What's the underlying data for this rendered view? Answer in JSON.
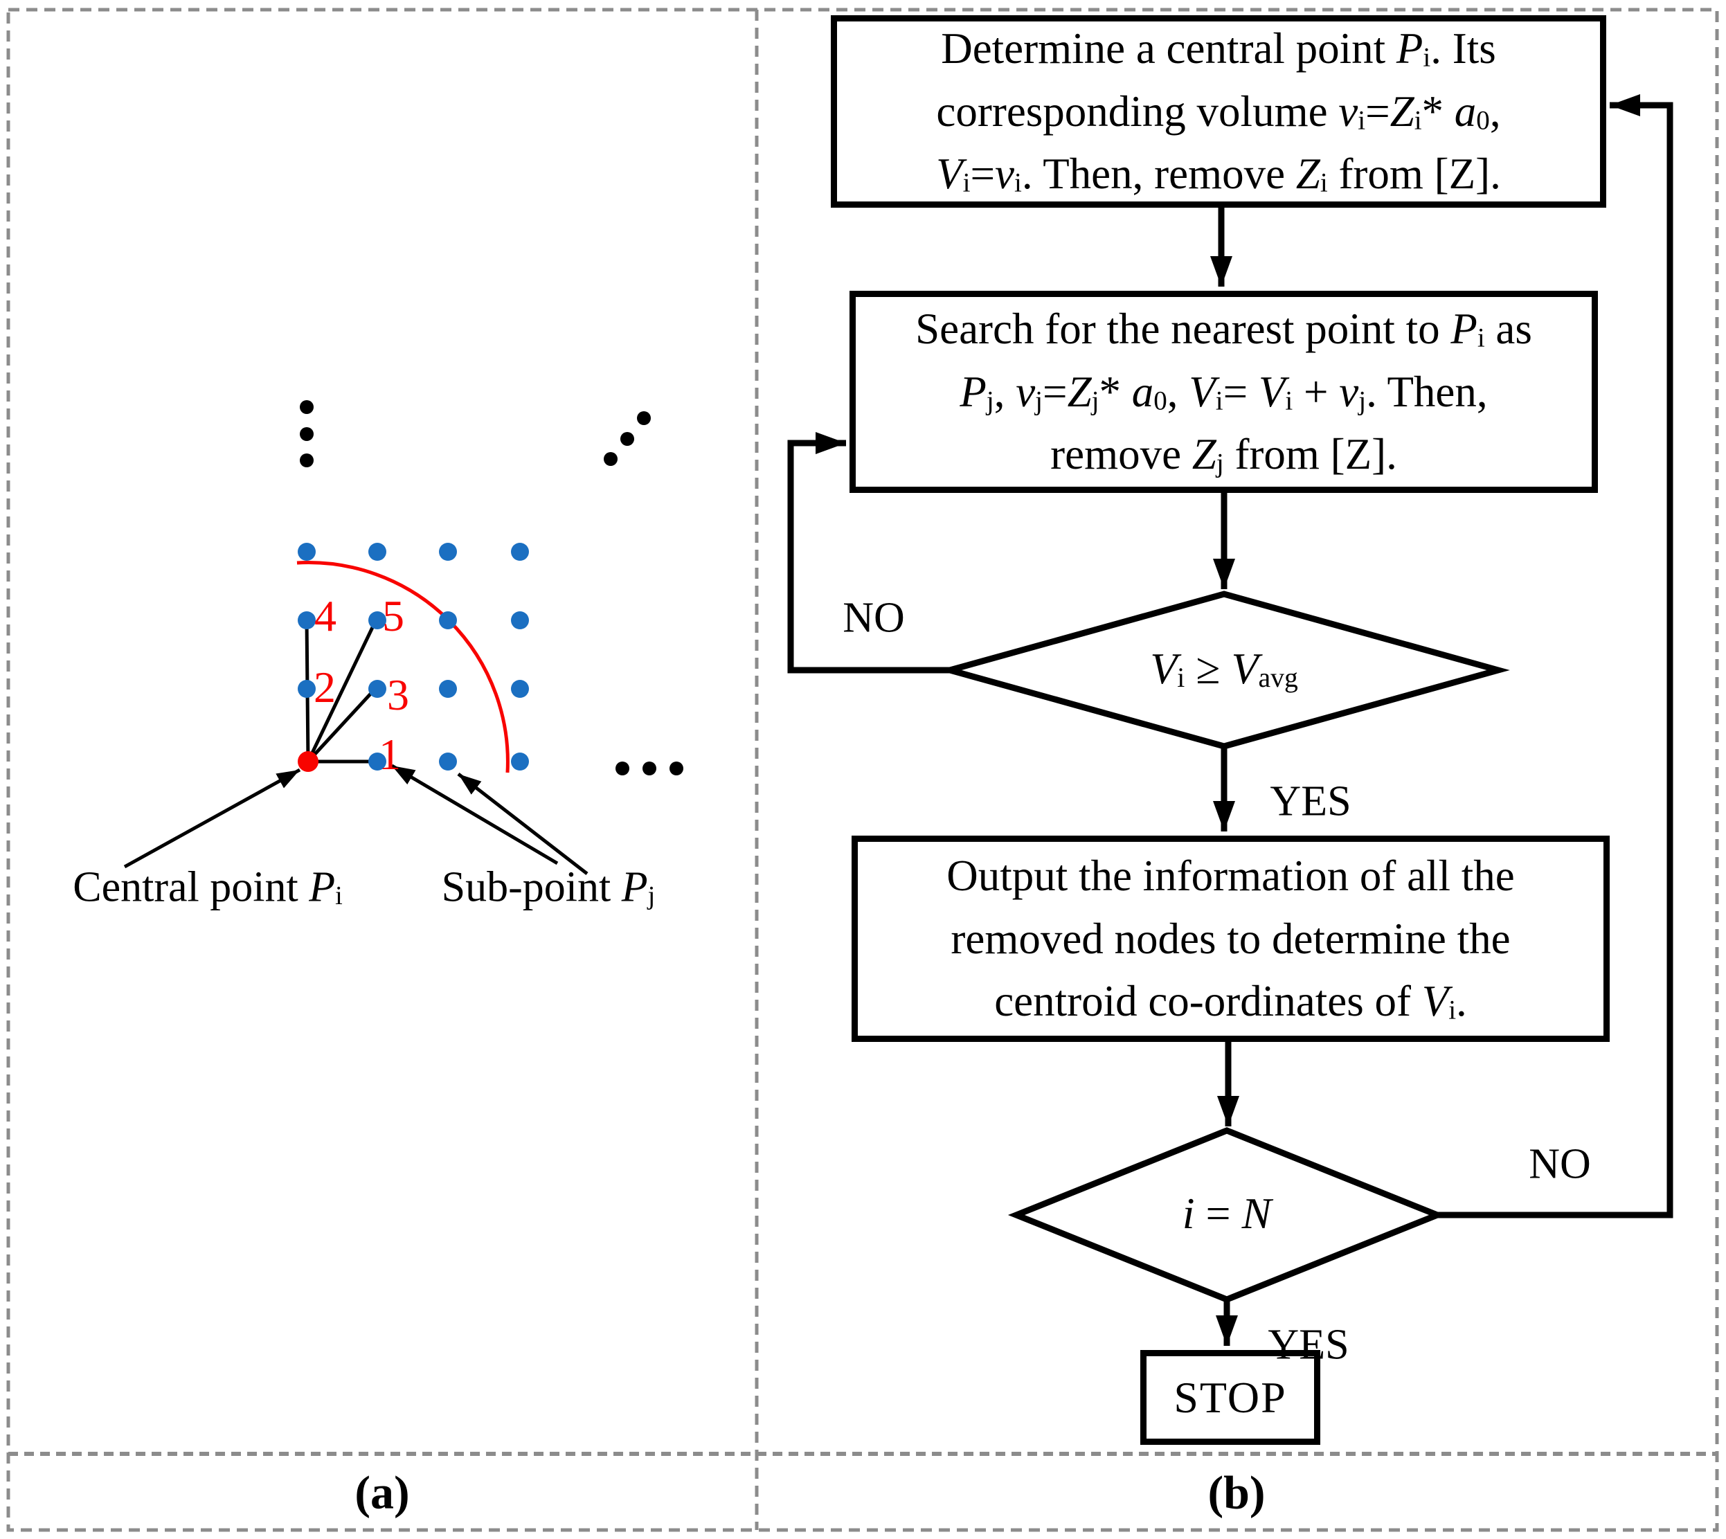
{
  "colors": {
    "dot_blue": "#1b6fc1",
    "accent_red": "#f80400",
    "ink": "#000000",
    "border_gray": "#8c8c8c",
    "paper": "#ffffff"
  },
  "panel_a": {
    "caption": "(a)",
    "central_point_label": [
      {
        "t": "Central point "
      },
      {
        "t": "P",
        "it": 1
      },
      {
        "t": "i",
        "sub": 1
      }
    ],
    "sub_point_label": [
      {
        "t": "Sub-point "
      },
      {
        "t": "P",
        "it": 1
      },
      {
        "t": "j",
        "sub": 1
      }
    ],
    "neighbor_numbers": {
      "n1": "1",
      "n2": "2",
      "n3": "3",
      "n4": "4",
      "n5": "5"
    }
  },
  "flowchart": {
    "caption": "(b)",
    "step1_lines": [
      [
        {
          "t": "Determine a central point "
        },
        {
          "t": "P",
          "it": 1
        },
        {
          "t": "i",
          "sub": 1
        },
        {
          "t": ". Its"
        }
      ],
      [
        {
          "t": "corresponding volume "
        },
        {
          "t": "v",
          "it": 1
        },
        {
          "t": "i",
          "sub": 1
        },
        {
          "t": "="
        },
        {
          "t": "Z",
          "it": 1
        },
        {
          "t": "i",
          "sub": 1
        },
        {
          "t": "* "
        },
        {
          "t": "a",
          "it": 1
        },
        {
          "t": "0",
          "sub": 1
        },
        {
          "t": ","
        }
      ],
      [
        {
          "t": "V",
          "it": 1
        },
        {
          "t": "i",
          "sub": 1
        },
        {
          "t": "="
        },
        {
          "t": "v",
          "it": 1
        },
        {
          "t": "i",
          "sub": 1
        },
        {
          "t": ". Then, remove "
        },
        {
          "t": "Z",
          "it": 1
        },
        {
          "t": "i",
          "sub": 1
        },
        {
          "t": " from [Z]."
        }
      ]
    ],
    "step2_lines": [
      [
        {
          "t": "Search for the nearest point to "
        },
        {
          "t": "P",
          "it": 1
        },
        {
          "t": "i",
          "sub": 1
        },
        {
          "t": " as"
        }
      ],
      [
        {
          "t": "P",
          "it": 1
        },
        {
          "t": "j",
          "sub": 1
        },
        {
          "t": ", "
        },
        {
          "t": "v",
          "it": 1
        },
        {
          "t": "j",
          "sub": 1
        },
        {
          "t": "="
        },
        {
          "t": "Z",
          "it": 1
        },
        {
          "t": "j",
          "sub": 1
        },
        {
          "t": "* "
        },
        {
          "t": "a",
          "it": 1
        },
        {
          "t": "0",
          "sub": 1
        },
        {
          "t": ", "
        },
        {
          "t": "V",
          "it": 1
        },
        {
          "t": "i",
          "sub": 1
        },
        {
          "t": "= "
        },
        {
          "t": "V",
          "it": 1
        },
        {
          "t": "i",
          "sub": 1
        },
        {
          "t": " + "
        },
        {
          "t": "v",
          "it": 1
        },
        {
          "t": "j",
          "sub": 1
        },
        {
          "t": ". Then,"
        }
      ],
      [
        {
          "t": "remove "
        },
        {
          "t": "Z",
          "it": 1
        },
        {
          "t": "j",
          "sub": 1
        },
        {
          "t": " from [Z]."
        }
      ]
    ],
    "decision1": [
      {
        "t": "V",
        "it": 1
      },
      {
        "t": "i",
        "sub": 1
      },
      {
        "t": " ≥ "
      },
      {
        "t": "V",
        "it": 1
      },
      {
        "t": "avg",
        "sub": 1
      }
    ],
    "step3_lines": [
      [
        {
          "t": "Output the information of all the"
        }
      ],
      [
        {
          "t": "removed nodes to determine the"
        }
      ],
      [
        {
          "t": "centroid co-ordinates of "
        },
        {
          "t": "V",
          "it": 1
        },
        {
          "t": "i",
          "sub": 1
        },
        {
          "t": "."
        }
      ]
    ],
    "decision2": [
      {
        "t": "i",
        "it": 1
      },
      {
        "t": " = "
      },
      {
        "t": "N",
        "it": 1
      }
    ],
    "stop_label": "STOP",
    "edge_labels": {
      "no1": "NO",
      "yes1": "YES",
      "no2": "NO",
      "yes2": "YES"
    }
  }
}
